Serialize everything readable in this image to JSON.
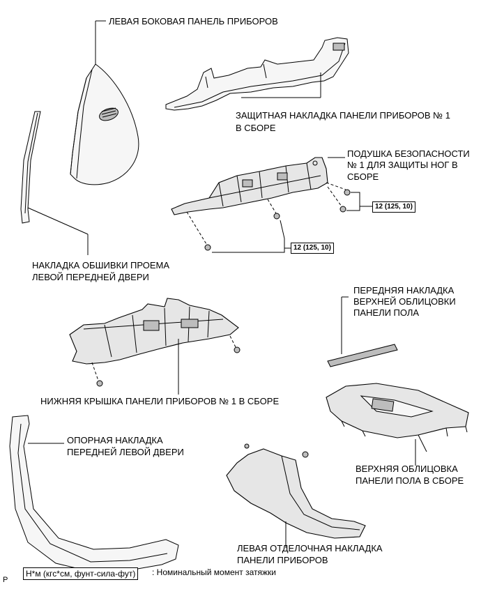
{
  "labels": {
    "left_side_panel": "ЛЕВАЯ БОКОВАЯ ПАНЕЛЬ ПРИБОРОВ",
    "protector_line1": "ЗАЩИТНАЯ НАКЛАДКА ПАНЕЛИ ПРИБОРОВ № 1",
    "protector_line2": "В СБОРЕ",
    "airbag_line1": "ПОДУШКА БЕЗОПАСНОСТИ",
    "airbag_line2": "№ 1 ДЛЯ ЗАЩИТЫ НОГ В",
    "airbag_line3": "СБОРЕ",
    "opening_trim_line1": "НАКЛАДКА ОБШИВКИ ПРОЕМА",
    "opening_trim_line2": "ЛЕВОЙ ПЕРЕДНЕЙ ДВЕРИ",
    "front_upper_line1": "ПЕРЕДНЯЯ НАКЛАДКА",
    "front_upper_line2": "ВЕРХНЕЙ ОБЛИЦОВКИ",
    "front_upper_line3": "ПАНЕЛИ ПОЛА",
    "lower_cover": "НИЖНЯЯ КРЫШКА ПАНЕЛИ ПРИБОРОВ № 1 В СБОРЕ",
    "scuff_line1": "ОПОРНАЯ НАКЛАДКА",
    "scuff_line2": "ПЕРЕДНЕЙ ЛЕВОЙ ДВЕРИ",
    "console_line1": "ВЕРХНЯЯ ОБЛИЦОВКА",
    "console_line2": "ПАНЕЛИ ПОЛА В СБОРЕ",
    "finish_line1": "ЛЕВАЯ ОТДЕЛОЧНАЯ НАКЛАДКА",
    "finish_line2": "ПАНЕЛИ ПРИБОРОВ"
  },
  "torque": {
    "upper": "12 (125, 10)",
    "lower": "12 (125, 10)"
  },
  "legend": {
    "box": "Н*м (кгс*см, фунт-сила-фут)",
    "text": ": Номинальный момент затяжки"
  },
  "corner_mark": "P"
}
